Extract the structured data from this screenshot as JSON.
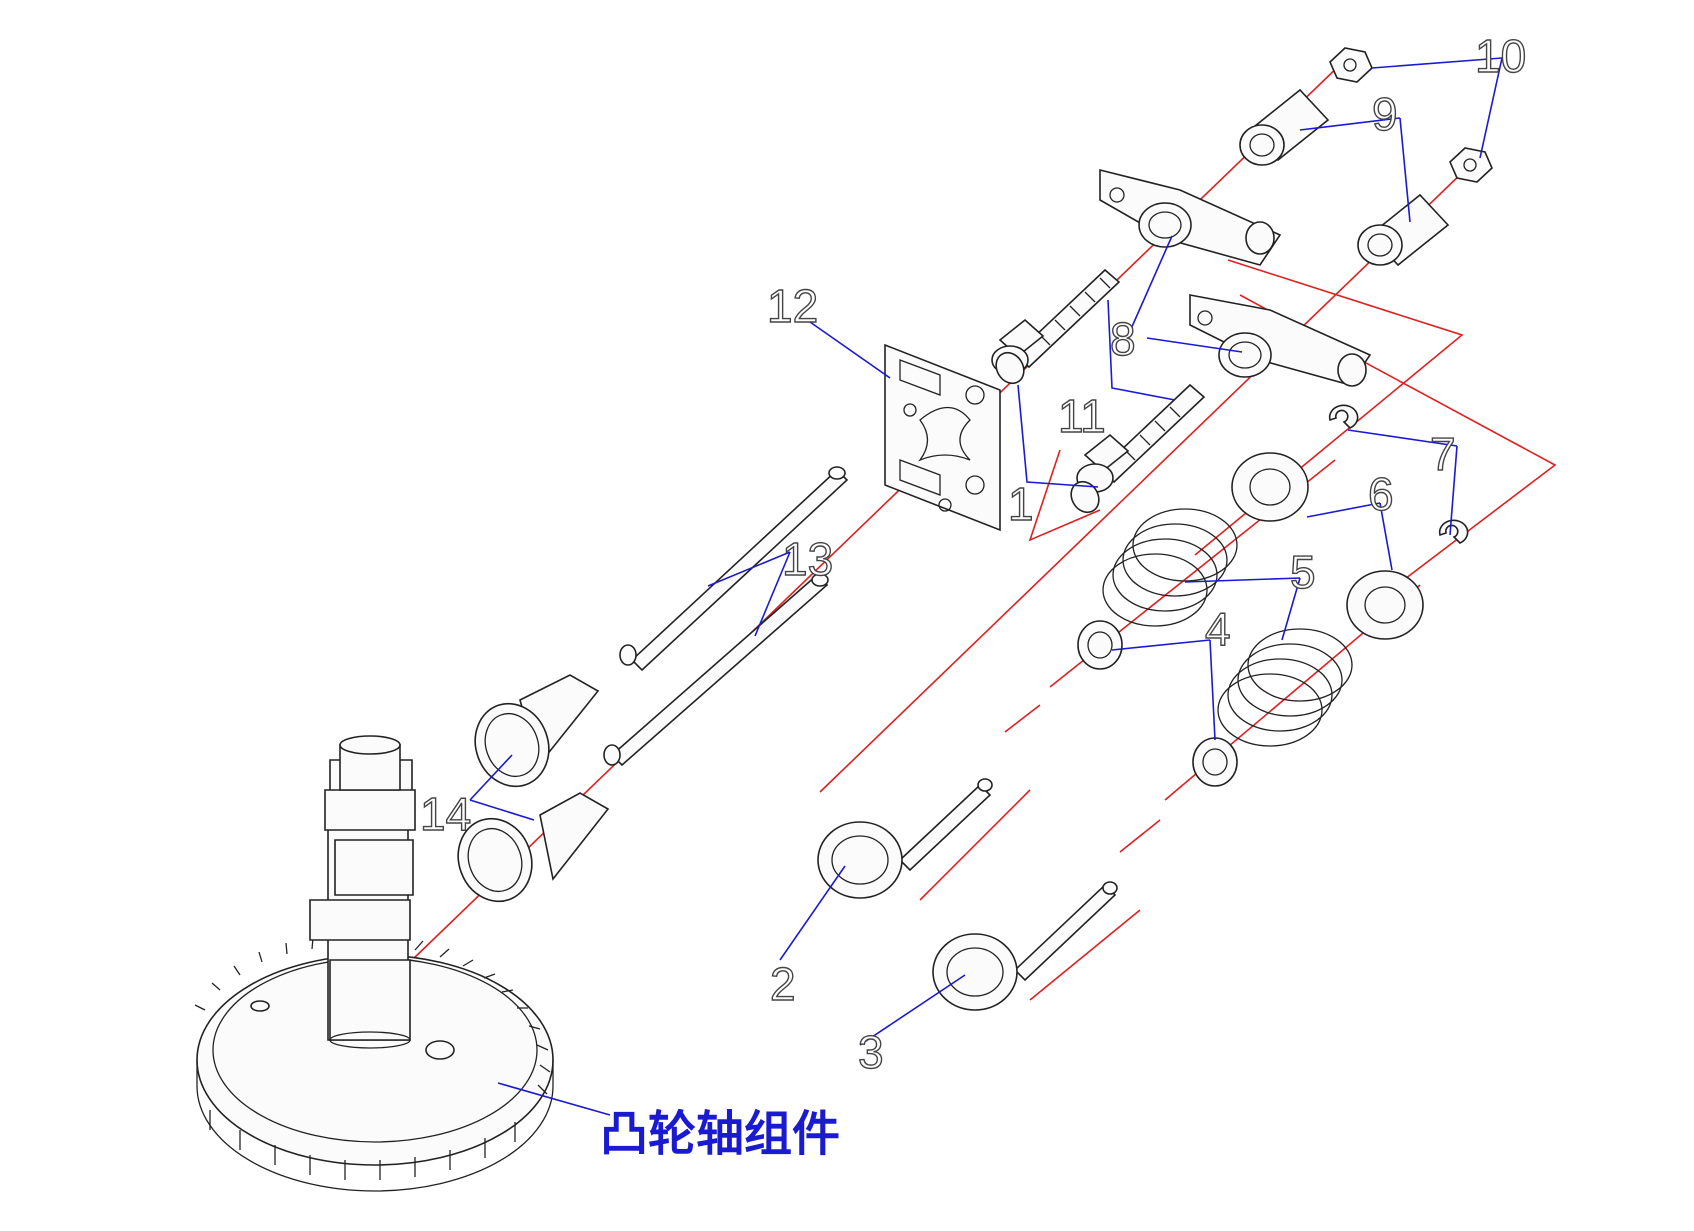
{
  "callouts": {
    "c1": "1",
    "c2": "2",
    "c3": "3",
    "c4": "4",
    "c5": "5",
    "c6": "6",
    "c7": "7",
    "c8": "8",
    "c9": "9",
    "c10": "10",
    "c11": "11",
    "c12": "12",
    "c13": "13",
    "c14": "14"
  },
  "caption": "凸轮轴组件",
  "colors": {
    "axis": "#e02020",
    "leader": "#1a1ad0",
    "outline": "#222222"
  }
}
